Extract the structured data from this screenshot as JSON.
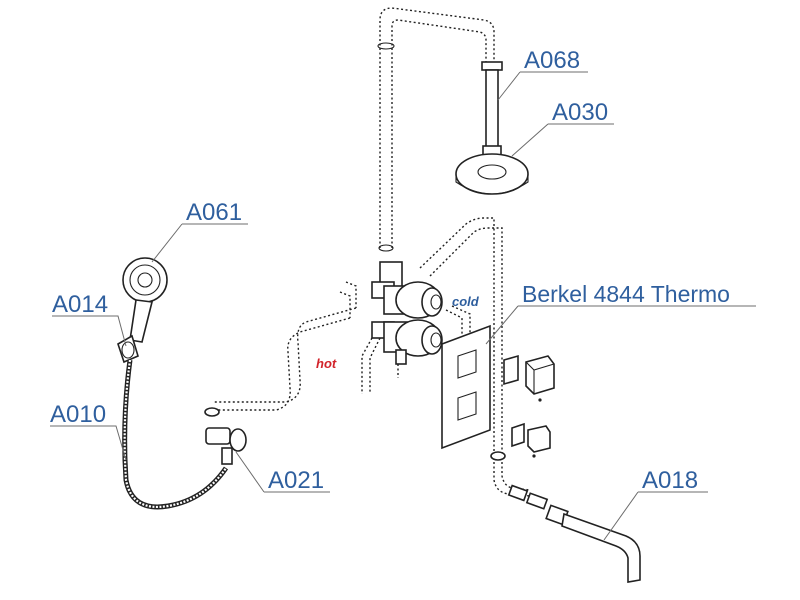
{
  "parts": {
    "a068": "A068",
    "a030": "A030",
    "a061": "A061",
    "a014": "A014",
    "a010": "A010",
    "a021": "A021",
    "a018": "A018",
    "model": "Berkel 4844 Thermo"
  },
  "tags": {
    "cold": "cold",
    "hot": "hot"
  },
  "colors": {
    "label": "#2f5f9e",
    "cold": "#2f5f9e",
    "hot": "#d2232a",
    "line": "#222222"
  }
}
